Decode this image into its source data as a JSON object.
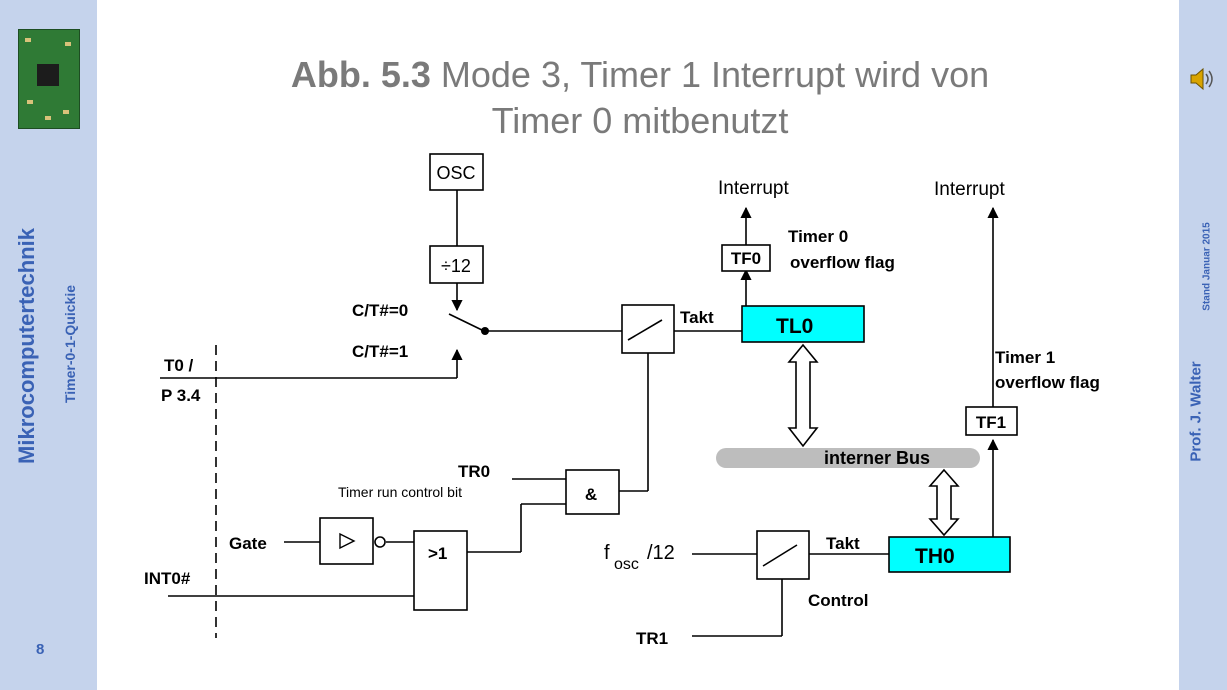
{
  "sidebar_left": {
    "course": "Mikrocomputertechnik",
    "subtitle": "Timer-0-1-Quickie",
    "page_number": "8"
  },
  "sidebar_right": {
    "author": "Prof. J. Walter",
    "date": "Stand Januar 2015"
  },
  "slide": {
    "title_bold": "Abb. 5.3",
    "title_line1_rest": " Mode 3, Timer 1 Interrupt wird von",
    "title_line2": "Timer 0 mitbenutzt"
  },
  "diagram": {
    "osc": "OSC",
    "div12": "÷12",
    "ct0": "C/T#=0",
    "ct1": "C/T#=1",
    "t0_line1": "T0 /",
    "t0_line2": "P 3.4",
    "takt_top": "Takt",
    "tl0": "TL0",
    "tf0": "TF0",
    "interrupt_left": "Interrupt",
    "interrupt_right": "Interrupt",
    "timer0_flag_line1": "Timer 0",
    "timer0_flag_line2": "overflow flag",
    "timer1_flag_line1": "Timer 1",
    "timer1_flag_line2": "overflow flag",
    "tf1": "TF1",
    "bus": "interner Bus",
    "tr0": "TR0",
    "tr0_desc": "Timer run control bit",
    "and_gate": "&",
    "gate": "Gate",
    "or_gate": ">1",
    "int0": "INT0#",
    "fosc_f": "f",
    "fosc_sub": "osc",
    "fosc_div": "/12",
    "takt_bottom": "Takt",
    "th0": "TH0",
    "control": "Control",
    "tr1": "TR1"
  },
  "colors": {
    "sidebar": "#c5d3ec",
    "register_fill": "#00ffff",
    "bus": "#bdbdbd",
    "title": "#7a7a7a",
    "sidebar_text": "#3a62b5"
  }
}
